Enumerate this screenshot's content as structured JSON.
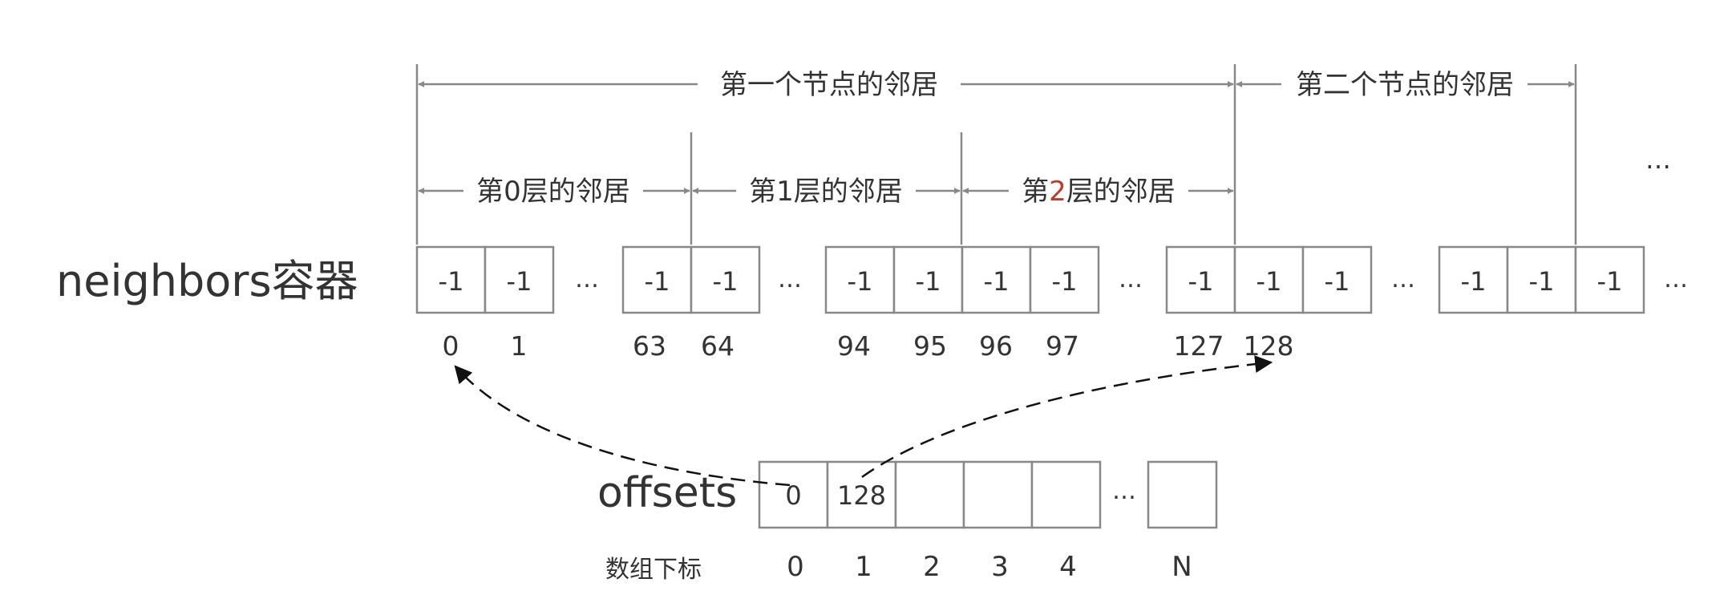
{
  "labels": {
    "neighbors": "neighbors容器",
    "offsets": "offsets",
    "array_index": "数组下标"
  },
  "brackets": {
    "node1": "第一个节点的邻居",
    "node2": "第二个节点的邻居",
    "layer0": "第0层的邻居",
    "layer1": "第1层的邻居",
    "layer2_prefix": "第",
    "layer2_num": "2",
    "layer2_suffix": "层的邻居",
    "more": "…"
  },
  "neighbors": {
    "cell_value": "-1",
    "ellipsis": "…",
    "indices": [
      "0",
      "1",
      "63",
      "64",
      "94",
      "95",
      "96",
      "97",
      "127",
      "128"
    ]
  },
  "offsets": {
    "values": [
      "0",
      "128",
      "",
      "",
      "",
      ""
    ],
    "ellipsis": "…",
    "indices": [
      "0",
      "1",
      "2",
      "3",
      "4",
      "N"
    ]
  },
  "colors": {
    "text": "#333333",
    "line": "#888888",
    "highlight": "#c0392b"
  }
}
